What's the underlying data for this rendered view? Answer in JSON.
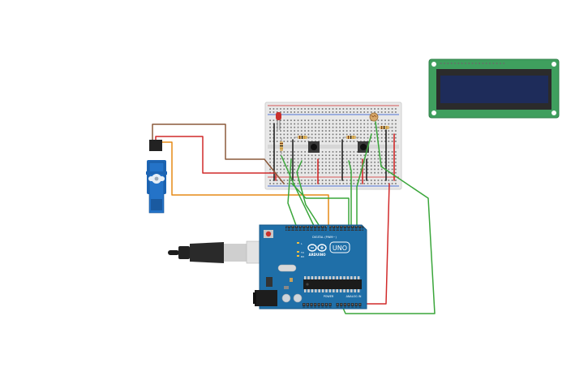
{
  "colors": {
    "background": "#ffffff",
    "board": "#1f6fa8",
    "board_dark": "#17598a",
    "breadboard": "#e8e8e8",
    "breadboard_hole": "#5a5a5a",
    "wire_green": "#3aa63a",
    "wire_red": "#d12a2a",
    "wire_orange": "#e58a17",
    "wire_brown": "#8b5a3c",
    "wire_black": "#222222",
    "lcd_frame": "#3f9f5e",
    "lcd_screen": "#1e2c5a",
    "servo_body": "#1c64b4"
  },
  "arduino": {
    "logo_text": "ARDUINO",
    "model_text": "UNO",
    "digital_label": "DIGITAL (PWM~)",
    "power_label": "POWER",
    "analog_label": "ANALOG IN",
    "tx_label": "TX",
    "rx_label": "RX",
    "l_label": "L"
  },
  "components": {
    "arduino_icon": "arduino-uno-board",
    "breadboard_icon": "breadboard",
    "lcd_icon": "lcd-16x2",
    "servo_icon": "micro-servo",
    "usb_icon": "usb-cable",
    "led_icon": "red-led",
    "photoresistor_icon": "photoresistor",
    "pushbutton_icon": "pushbutton",
    "resistor_icon": "resistor"
  }
}
